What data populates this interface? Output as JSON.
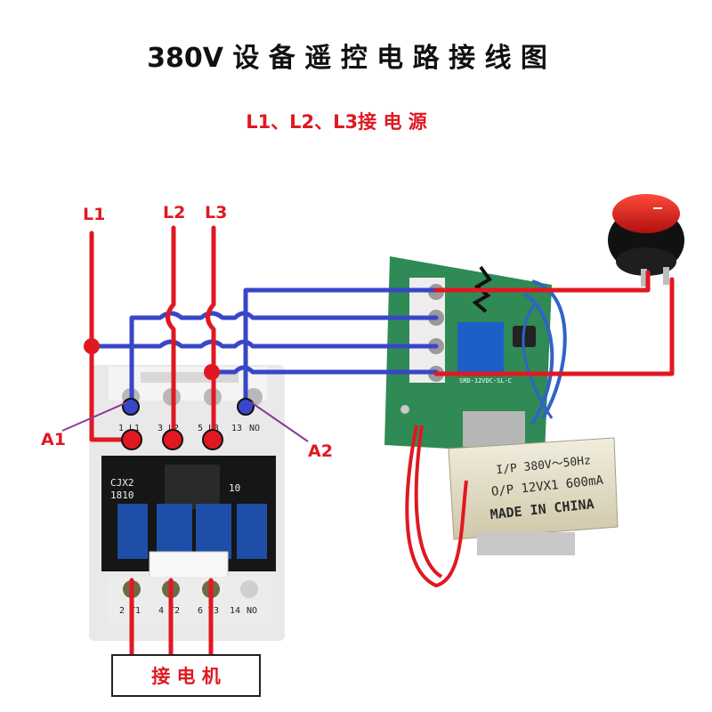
{
  "title": "380V 设 备 遥 控 电 路 接 线 图",
  "subtitle": "L1、L2、L3接 电 源",
  "wires": {
    "l1": "L1",
    "l2": "L2",
    "l3": "L3"
  },
  "points": {
    "a1": "A1",
    "a2": "A2"
  },
  "contactor": {
    "model_line1": "CJX2",
    "model_line2": "1810",
    "aux": "10",
    "top_terminals": [
      "1",
      "L1",
      "3",
      "L2",
      "5",
      "L3",
      "13",
      "NO"
    ],
    "bottom_terminals": [
      "2",
      "T1",
      "4",
      "T2",
      "6",
      "T3",
      "14",
      "NO"
    ]
  },
  "transformer": {
    "line1": "I/P 380V～50Hz",
    "line2": "O/P 12VX1 600mA",
    "line3": "MADE IN CHINA"
  },
  "board": {
    "relay_label": "SRD-12VDC-SL-C"
  },
  "motor": {
    "label": "接 电 机"
  },
  "colors": {
    "red": "#e01822",
    "blue": "#3846c8",
    "purple": "#8a3a9a",
    "board": "#2f8a55"
  }
}
